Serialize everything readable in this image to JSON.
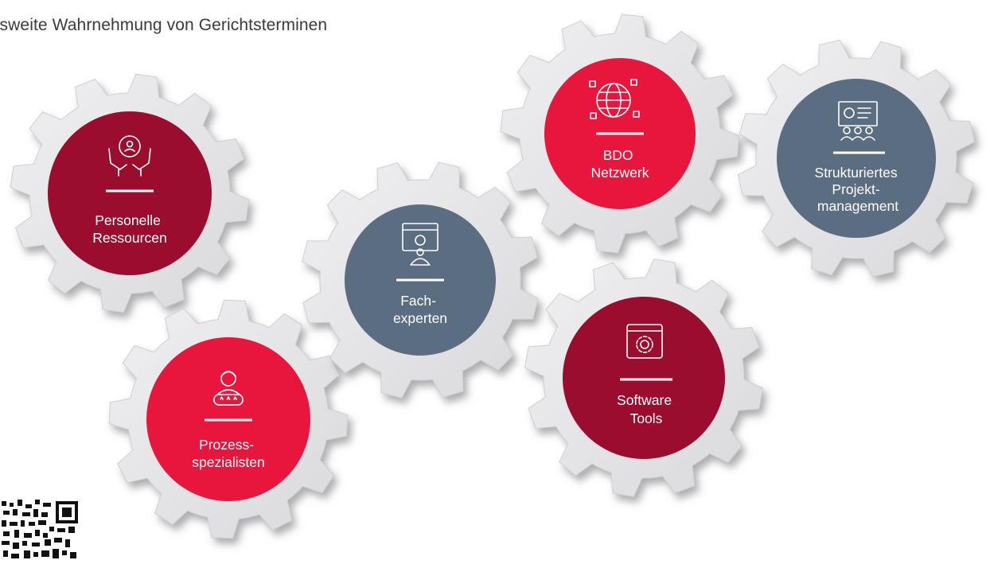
{
  "title": "desweite Wahrnehmung von Gerichtsterminen",
  "colors": {
    "dark_red": "#9b0d2e",
    "bright_red": "#e8163d",
    "slate": "#5b6d80",
    "gear": "#e6e6e8",
    "gear_shadow": "#a9a9ad"
  },
  "gears": [
    {
      "id": "personelle-ressourcen",
      "label_lines": [
        "Personelle",
        "Ressourcen"
      ],
      "color": "#9b0d2e",
      "icon": "hands-person-icon"
    },
    {
      "id": "prozessspezialisten",
      "label_lines": [
        "Prozess-",
        "spezialisten"
      ],
      "color": "#e8163d",
      "icon": "rated-person-icon"
    },
    {
      "id": "fachexperten",
      "label_lines": [
        "Fach-",
        "experten"
      ],
      "color": "#5b6d80",
      "icon": "browser-expert-icon"
    },
    {
      "id": "bdo-netzwerk",
      "label_lines": [
        "BDO",
        "Netzwerk"
      ],
      "color": "#e8163d",
      "icon": "globe-network-icon"
    },
    {
      "id": "strukturiertes-projektmanagement",
      "label_lines": [
        "Strukturiertes",
        "Projekt-",
        "management"
      ],
      "color": "#5b6d80",
      "icon": "presentation-team-icon"
    },
    {
      "id": "software-tools",
      "label_lines": [
        "Software",
        "Tools"
      ],
      "color": "#9b0d2e",
      "icon": "browser-gear-icon"
    }
  ]
}
